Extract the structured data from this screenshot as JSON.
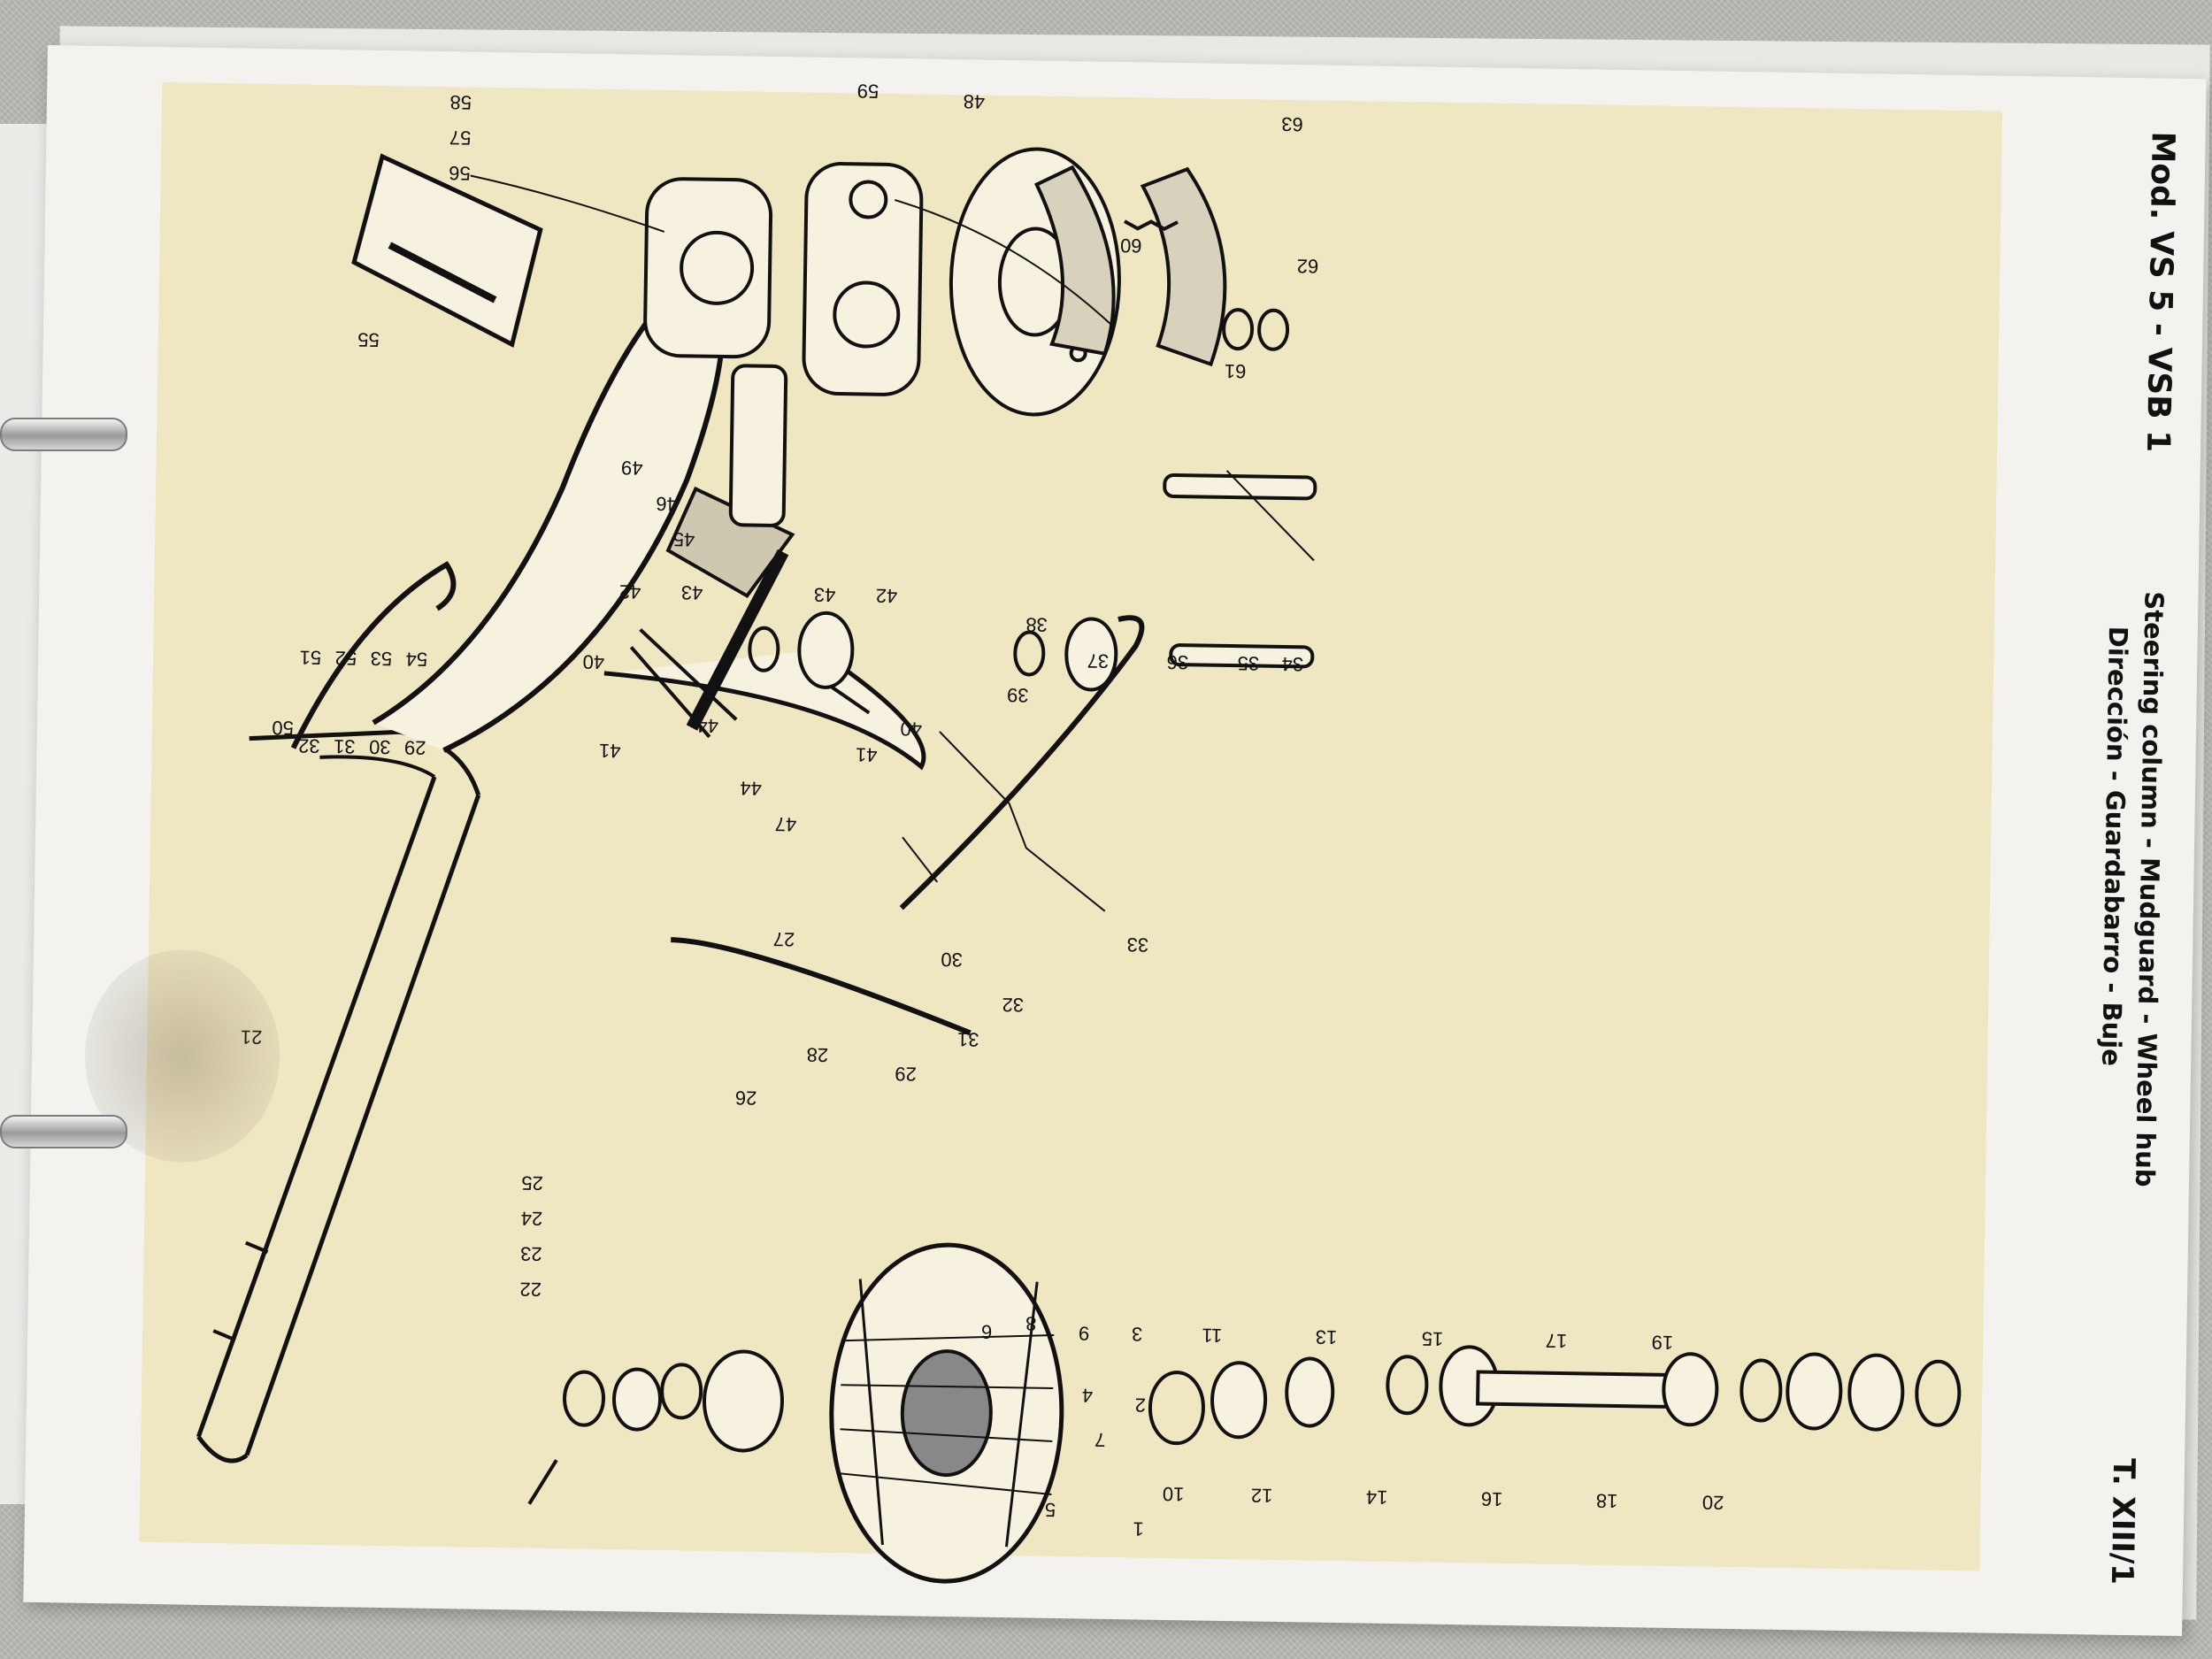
{
  "header": {
    "model": "Mod. VS 5 - VSB 1",
    "title_line1": "Steering column - Mudguard - Wheel hub",
    "title_line2": "Dirección - Guardabarro - Buje",
    "plate_number": "T. XIII/1"
  },
  "callouts": [
    "1",
    "2",
    "3",
    "4",
    "5",
    "6",
    "7",
    "8",
    "9",
    "10",
    "11",
    "12",
    "13",
    "14",
    "15",
    "16",
    "17",
    "18",
    "19",
    "20",
    "21",
    "22",
    "23",
    "24",
    "25",
    "26",
    "27",
    "28",
    "29",
    "30",
    "31",
    "32",
    "33",
    "34",
    "35",
    "36",
    "37",
    "38",
    "39",
    "40",
    "41",
    "42",
    "43",
    "44",
    "45",
    "46",
    "47",
    "48",
    "49",
    "50",
    "51",
    "52",
    "53",
    "54",
    "55",
    "56",
    "57",
    "58",
    "59",
    "60",
    "61",
    "62",
    "63",
    "29",
    "30",
    "31",
    "32",
    "40",
    "41",
    "42",
    "43",
    "44"
  ],
  "colors": {
    "plate_background": "#efe6c2",
    "ink": "#111111",
    "paper": "#f3f2ee"
  }
}
